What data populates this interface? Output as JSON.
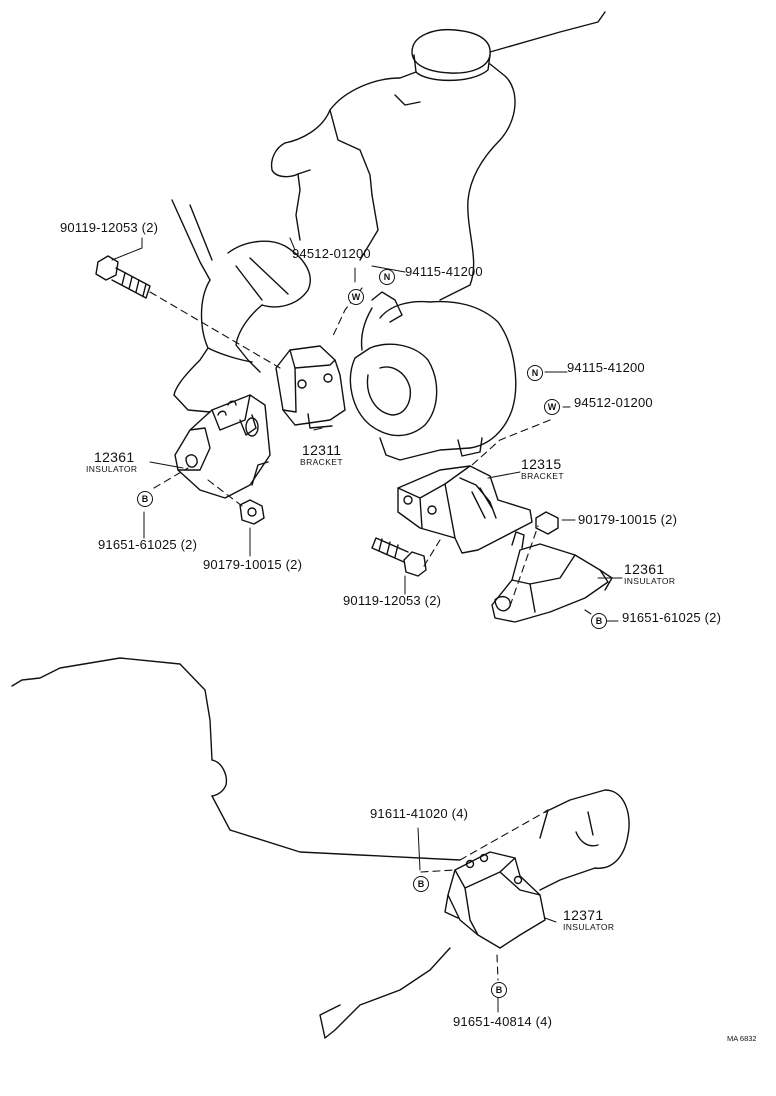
{
  "labels": {
    "bolt_front_pn": "90119-12053 (2)",
    "washer_pn_top": "94512-01200",
    "nut_pn_top": "94115-41200",
    "nut_pn_right": "94115-41200",
    "washer_pn_right": "94512-01200",
    "bracket_left_num": "12311",
    "bracket_left_name": "BRACKET",
    "bracket_right_num": "12315",
    "bracket_right_name": "BRACKET",
    "insulator_left_num": "12361",
    "insulator_left_name": "INSULATOR",
    "bolt_b_left_pn": "91651-61025 (2)",
    "nut_left_pn": "90179-10015 (2)",
    "nut_right_pn": "90179-10015 (2)",
    "insulator_right_num": "12361",
    "insulator_right_name": "INSULATOR",
    "bolt_b_right_pn": "91651-61025 (2)",
    "bolt_right_pn": "90119-12053 (2)",
    "rear_bolt_pn": "91611-41020 (4)",
    "rear_insulator_num": "12371",
    "rear_insulator_name": "INSULATOR",
    "rear_bolt_b_pn": "91651-40814 (4)",
    "figure_code": "MA 6832"
  },
  "symbols": {
    "washer": "W",
    "nut": "N",
    "bolt": "B"
  },
  "colors": {
    "ink": "#111111",
    "paper": "#ffffff"
  }
}
